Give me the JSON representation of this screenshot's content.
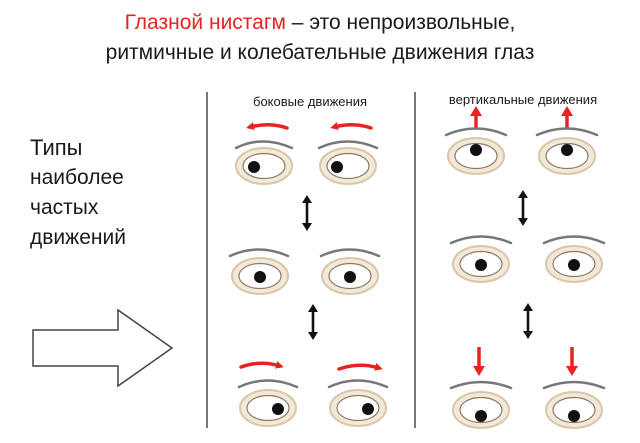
{
  "title": {
    "highlight": "Глазной нистагм",
    "line1_rest": " – это непроизвольные,",
    "line2": "ритмичные и колебательные движения глаз"
  },
  "side_text": [
    "Типы",
    "наиболее",
    "частых",
    "движений"
  ],
  "columns": {
    "lateral_label": "боковые движения",
    "vertical_label": "вертикальные движения"
  },
  "colors": {
    "accent_red": "#e8231f",
    "eye_ring": "#d9c6a8",
    "brow": "#777777",
    "divider": "#555555",
    "arrow_outline": "#444444"
  },
  "icons": {
    "big_arrow": "arrow-right-outline-icon",
    "double_arrow": "arrow-up-down-icon",
    "motion_arrow": "red-direction-arrow-icon"
  }
}
